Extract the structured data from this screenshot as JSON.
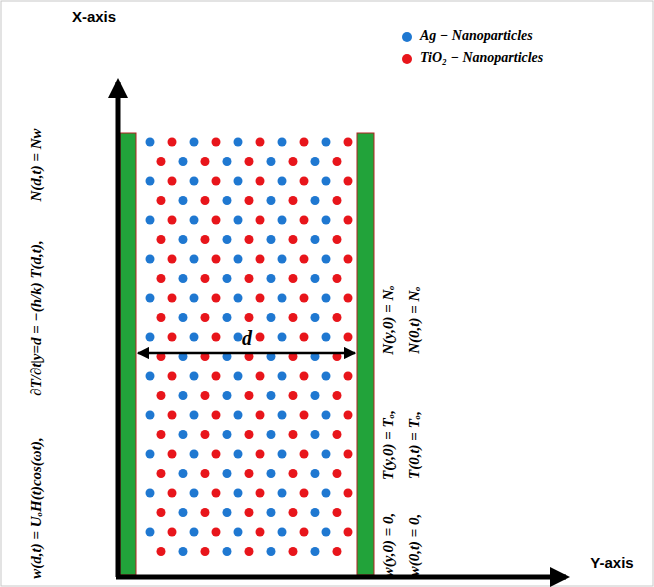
{
  "diagram": {
    "labels": [
      "X-axis",
      "Y-axis",
      "d",
      "w(d,t) = UₒH(t)cos(ωt),",
      "∂T/∂t|y=d = −(h/k) T(d,t),",
      "N(d,t) = Nw",
      "w(y,0) = 0,",
      "T(y,0) = Tₒ,",
      "N(y,0) = Nₒ",
      "w(0,t) = 0,",
      "T(0,t) = Tₒ,",
      "N(0,t) = Nₒ"
    ],
    "legend": [
      {
        "text": "Ag − Nanoparticles",
        "color": "#1f78d1"
      },
      {
        "text": "TiO₂ − Nanoparticles",
        "color": "#e8151b"
      }
    ]
  }
}
